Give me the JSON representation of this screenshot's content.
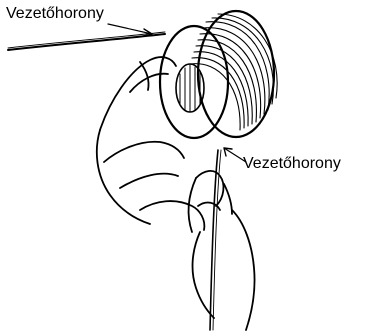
{
  "labels": {
    "top": "Vezetőhorony",
    "right": "Vezetőhorony"
  },
  "icons": {
    "illustration": "trimmer-line-spool-winding-illustration"
  },
  "colors": {
    "ink": "#000000",
    "paper": "#ffffff"
  }
}
